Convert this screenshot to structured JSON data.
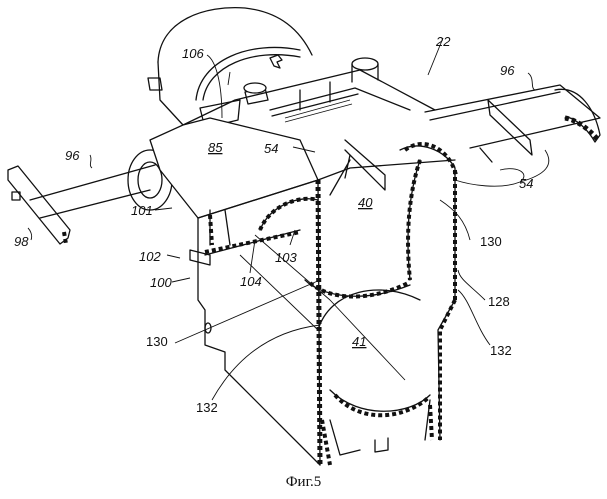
{
  "figure": {
    "caption": "Фиг.5",
    "assembly_label": "22",
    "labels": {
      "l106": "106",
      "l22": "22",
      "l96_right": "96",
      "l96_left": "96",
      "l85": "85",
      "l54_top": "54",
      "l54_right": "54",
      "l40": "40",
      "l41": "41",
      "l98": "98",
      "l101": "101",
      "l102": "102",
      "l100": "100",
      "l104": "104",
      "l103": "103",
      "l130_right": "130",
      "l128": "128",
      "l132_right": "132",
      "l130_left": "130",
      "l132_left": "132"
    }
  }
}
